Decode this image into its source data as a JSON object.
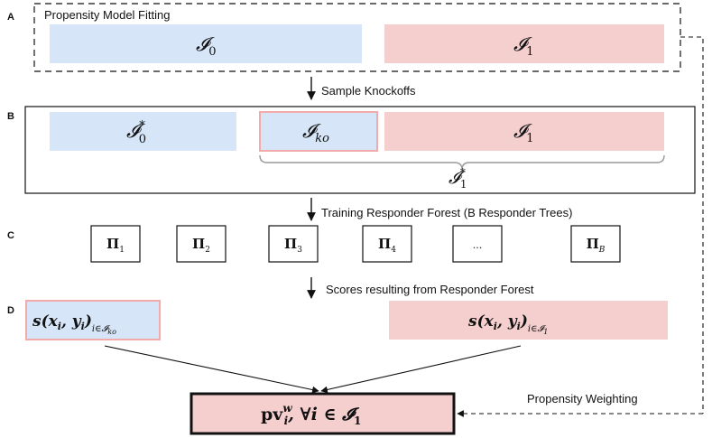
{
  "colors": {
    "blue_fill": "#d6e6f8",
    "red_fill": "#f5cece",
    "red_border": "#f2aaaa",
    "stroke": "#111111"
  },
  "panels": {
    "a": {
      "tag": "A",
      "title": "Propensity Model Fitting",
      "set0": "𝓘",
      "set0_sub": "0",
      "set1": "𝓘",
      "set1_sub": "1"
    },
    "b": {
      "tag": "B",
      "set0": "𝓘",
      "set0_sub": "0",
      "set0_sup": "*",
      "setko": "𝓘",
      "setko_sub": "ko",
      "set1": "𝓘",
      "set1_sub": "1",
      "brace": "𝓘",
      "brace_sub": "1",
      "brace_sup": "*"
    },
    "c": {
      "tag": "C",
      "trees": [
        {
          "sym": "Π",
          "sub": "1"
        },
        {
          "sym": "Π",
          "sub": "2"
        },
        {
          "sym": "Π",
          "sub": "3"
        },
        {
          "sym": "Π",
          "sub": "4"
        },
        {
          "sym": "...",
          "sub": ""
        },
        {
          "sym": "Π",
          "sub": "B"
        }
      ]
    },
    "d": {
      "tag": "D",
      "score_left": {
        "fn": "s(x",
        "sub1": "i",
        "mid": ", y",
        "sub2": "i",
        "close": ")",
        "index": "i∈𝓘",
        "index_sub": "ko"
      },
      "score_right": {
        "fn": "s(x",
        "sub1": "i",
        "mid": ", y",
        "sub2": "i",
        "close": ")",
        "index": "i∈𝓘",
        "index_sub": "1"
      }
    }
  },
  "steps": {
    "sample": "Sample Knockoffs",
    "training": "Training Responder Forest (B Responder Trees)",
    "scores": "Scores resulting from Responder Forest",
    "weighting": "Propensity Weighting"
  },
  "output": {
    "pv": "pv",
    "pv_sup": "w",
    "pv_sub": "i",
    "rest": ", ∀i ∈ 𝓘",
    "rest_sub": "1"
  }
}
